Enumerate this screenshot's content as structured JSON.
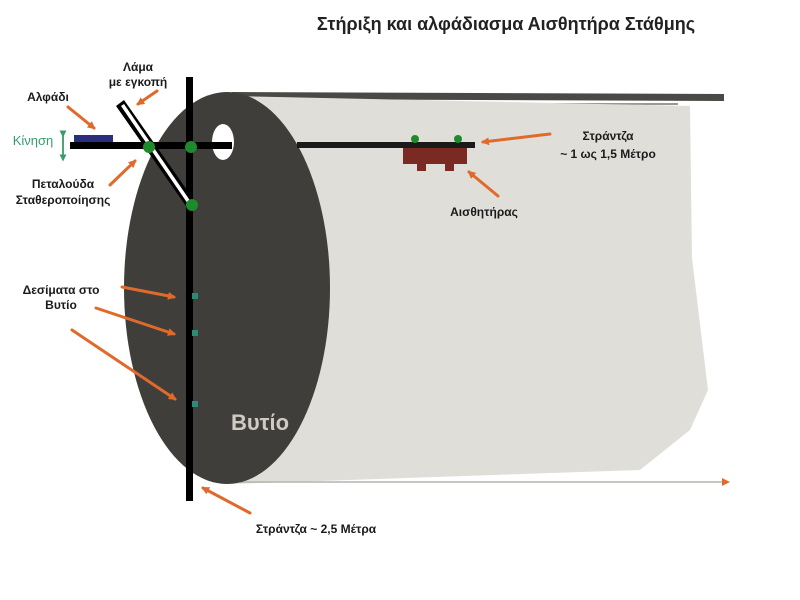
{
  "title": "Στήριξη και αλφάδιασμα Αισθητήρα Στάθμης",
  "labels": {
    "level": "Αλφάδι",
    "blade_line1": "Λάμα",
    "blade_line2": "με εγκοπή",
    "movement": "Κίνηση",
    "butterfly_line1": "Πεταλούδα",
    "butterfly_line2": "Σταθεροποίησης",
    "bar_short_line1": "Στράντζα",
    "bar_short_line2": "~ 1 ως 1,5 Μέτρο",
    "sensor": "Αισθητήρας",
    "ties_line1": "Δεσίματα στο",
    "ties_line2": "Βυτίο",
    "tank": "Βυτίο",
    "bar_long": "Στράντζα ~ 2,5 Μέτρα"
  },
  "colors": {
    "tank_end": "#3f3e3b",
    "tank_body": "#e0ded9",
    "bar": "#000000",
    "arrow": "#e06a2c",
    "joint": "#1e8a2c",
    "sensor": "#7a2a22",
    "level": "#2b2e7a",
    "movement": "#3a9b6e",
    "tie": "#2b8a78"
  },
  "icons": {
    "movement": "double-arrow-vertical-icon",
    "callout": "orange-arrow-icon"
  }
}
